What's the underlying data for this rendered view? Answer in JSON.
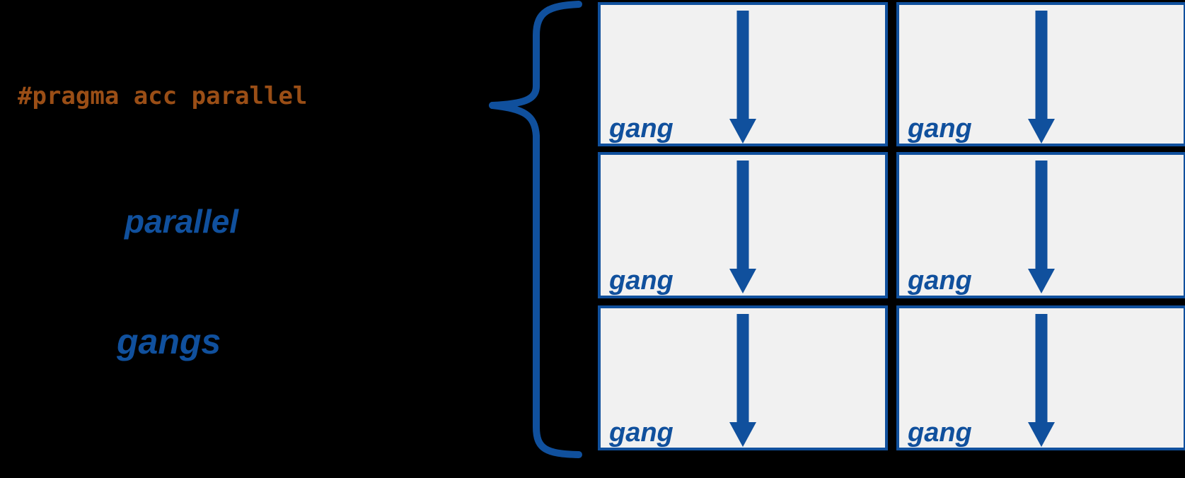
{
  "pragma": {
    "text": "#pragma acc parallel"
  },
  "labels": {
    "parallel": "parallel",
    "gangs": "gangs"
  },
  "grid": {
    "rows": 3,
    "cols": 2,
    "cells": [
      {
        "label": "gang"
      },
      {
        "label": "gang"
      },
      {
        "label": "gang"
      },
      {
        "label": "gang"
      },
      {
        "label": "gang"
      },
      {
        "label": "gang"
      }
    ]
  },
  "colors": {
    "accent_blue": "#10509D",
    "box_fill": "#F1F1F1",
    "pragma_brown": "#9A4E16",
    "background": "#000000"
  }
}
